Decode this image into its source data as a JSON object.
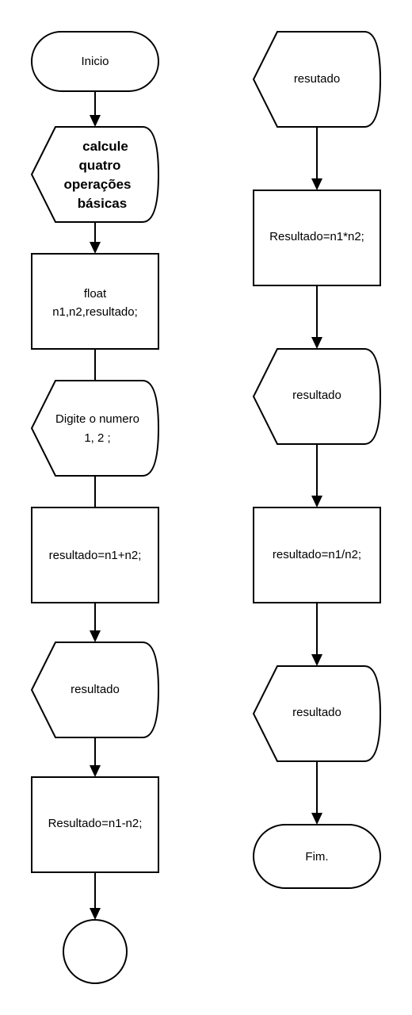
{
  "diagram": {
    "left_column": {
      "start": "Inicio",
      "title_line1": "calcule",
      "title_line2": "quatro",
      "title_line3": "operações",
      "title_line4": "básicas",
      "declare_line1": "float",
      "declare_line2": "n1,n2,resultado;",
      "input_line1": "Digite o numero",
      "input_line2": "1, 2 ;",
      "sum": "resultado=n1+n2;",
      "display_sum": "resultado",
      "sub": "Resultado=n1-n2;"
    },
    "right_column": {
      "display_sub": "resutado",
      "mul": "Resultado=n1*n2;",
      "display_mul": "resultado",
      "div": "resultado=n1/n2;",
      "display_div": "resultado",
      "end": "Fim."
    }
  }
}
